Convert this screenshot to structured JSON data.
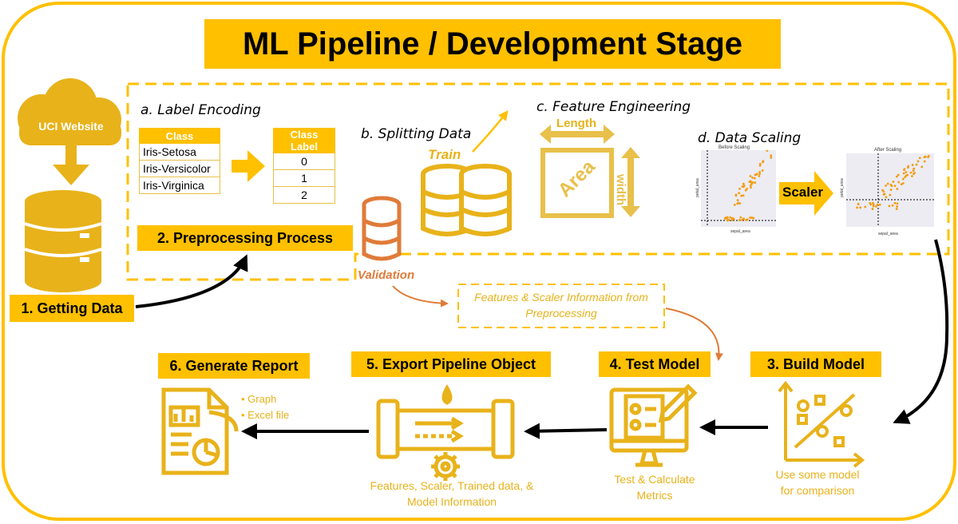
{
  "title": "ML Pipeline / Development Stage",
  "steps": {
    "getting_data": "1. Getting Data",
    "preprocessing": "2. Preprocessing Process",
    "build_model": "3. Build Model",
    "test_model": "4. Test Model",
    "export_pipeline": "5. Export Pipeline Object",
    "generate_report": "6. Generate Report"
  },
  "source": {
    "label": "UCI Website"
  },
  "substeps": {
    "label_encoding": "a. Label Encoding",
    "splitting_data": "b. Splitting Data",
    "feature_engineering": "c. Feature Engineering",
    "data_scaling": "d. Data Scaling"
  },
  "label_encoding": {
    "class_header": "Class",
    "classes": [
      "Iris-Setosa",
      "Iris-Versicolor",
      "Iris-Virginica"
    ],
    "label_header": "Class Label",
    "labels": [
      "0",
      "1",
      "2"
    ]
  },
  "splitting": {
    "train": "Train",
    "validation": "Validation"
  },
  "feature_eng": {
    "length": "Length",
    "width": "width",
    "area": "Area"
  },
  "scaling": {
    "before_title": "Before Scaling",
    "after_title": "After Scaling",
    "scaler": "Scaler",
    "x_label": "sepal_area",
    "y_label": "petal_area"
  },
  "notes": {
    "features_scaler_info": "Features & Scaler Information from Preprocessing",
    "build_model_desc": "Use some model for comparison",
    "test_model_desc": "Test & Calculate Metrics",
    "export_desc": "Features, Scaler, Trained data, & Model Information",
    "report_items": [
      "• Graph",
      "• Excel file"
    ]
  },
  "colors": {
    "accent": "#FFC000",
    "icon": "#E8B21A",
    "validation": "#E07B39",
    "arrow": "#000000"
  }
}
